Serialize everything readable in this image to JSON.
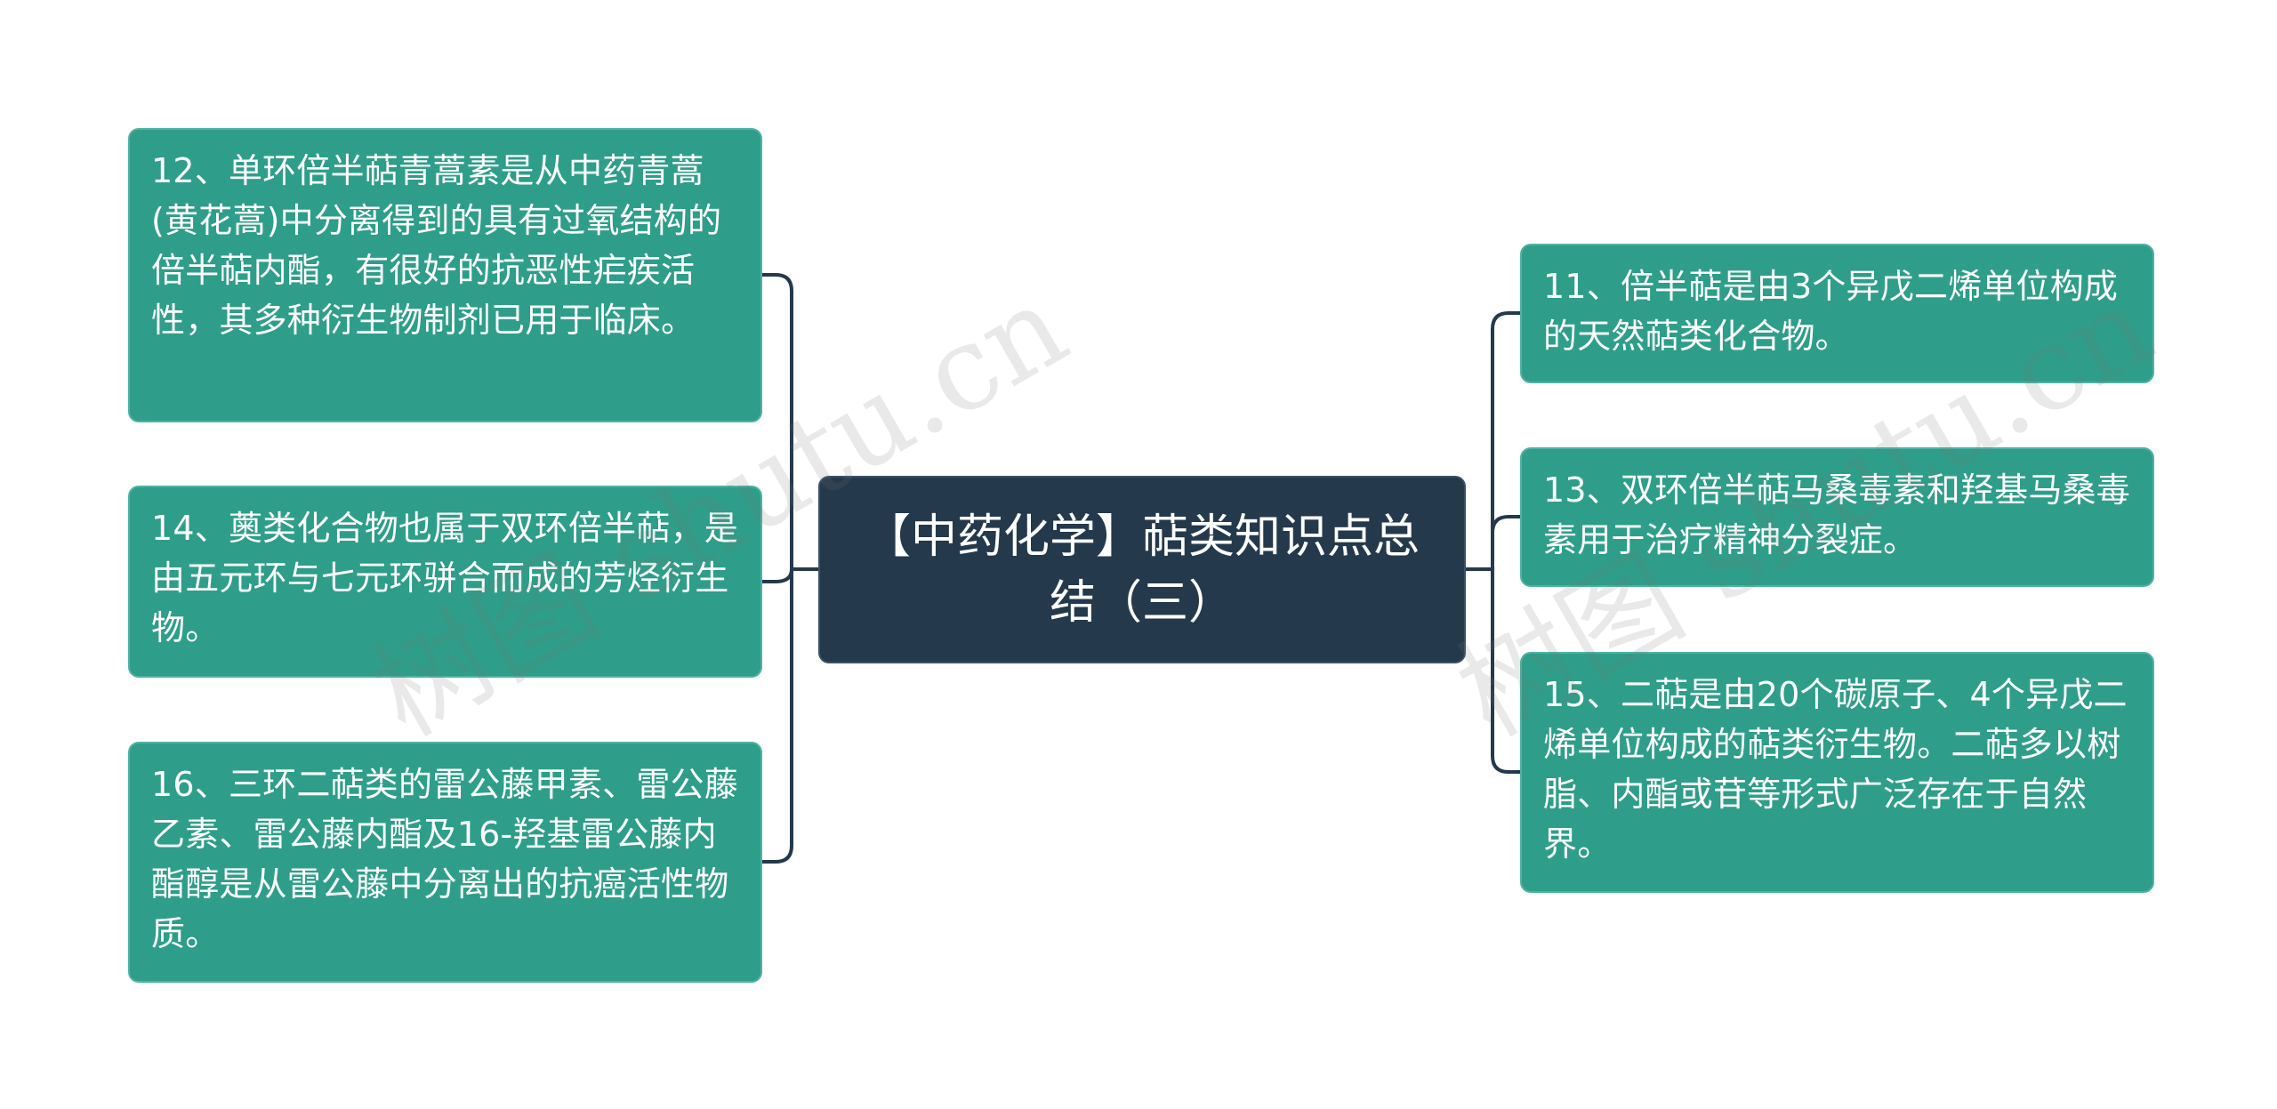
{
  "center": {
    "title": "【中药化学】萜类知识点总结（三）"
  },
  "left_nodes": [
    {
      "id": "12",
      "text": "12、单环倍半萜青蒿素是从中药青蒿(黄花蒿)中分离得到的具有过氧结构的倍半萜内酯，有很好的抗恶性疟疾活性，其多种衍生物制剂已用于临床。"
    },
    {
      "id": "14",
      "text": "14、薁类化合物也属于双环倍半萜，是由五元环与七元环骈合而成的芳烃衍生物。"
    },
    {
      "id": "16",
      "text": "16、三环二萜类的雷公藤甲素、雷公藤乙素、雷公藤内酯及16-羟基雷公藤内酯醇是从雷公藤中分离出的抗癌活性物质。"
    }
  ],
  "right_nodes": [
    {
      "id": "11",
      "text": "11、倍半萜是由3个异戊二烯单位构成的天然萜类化合物。"
    },
    {
      "id": "13",
      "text": "13、双环倍半萜马桑毒素和羟基马桑毒素用于治疗精神分裂症。"
    },
    {
      "id": "15",
      "text": "15、二萜是由20个碳原子、4个异戊二烯单位构成的萜类衍生物。二萜多以树脂、内酯或苷等形式广泛存在于自然界。"
    }
  ],
  "watermarks": [
    "树图 shutu.cn",
    "树图 shutu.cn"
  ],
  "colors": {
    "center_bg": "#25394d",
    "leaf_bg": "#2e9e8a",
    "connector": "#25394d"
  }
}
